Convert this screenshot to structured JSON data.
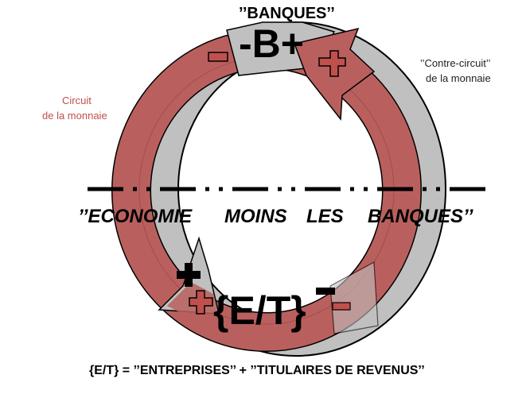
{
  "title_banques": "’’BANQUES’’",
  "banks_symbol": "-B+",
  "contre_circuit": [
    "’’Contre-circuit’’",
    "de la monnaie"
  ],
  "circuit": [
    "Circuit",
    "de la monnaie"
  ],
  "divider_label": {
    "q1": "’’ECONOMIE",
    "w2": "MOINS",
    "w3": "LES",
    "w4": "BANQUES’’"
  },
  "et_symbol": "{E/T}",
  "caption": "{E/T} = ’’ENTREPRISES’’ + ’’TITULAIRES DE REVENUS’’",
  "colors": {
    "red": "#c0504d",
    "red_fill": "#b9605e",
    "gray": "#c0c0c0"
  }
}
